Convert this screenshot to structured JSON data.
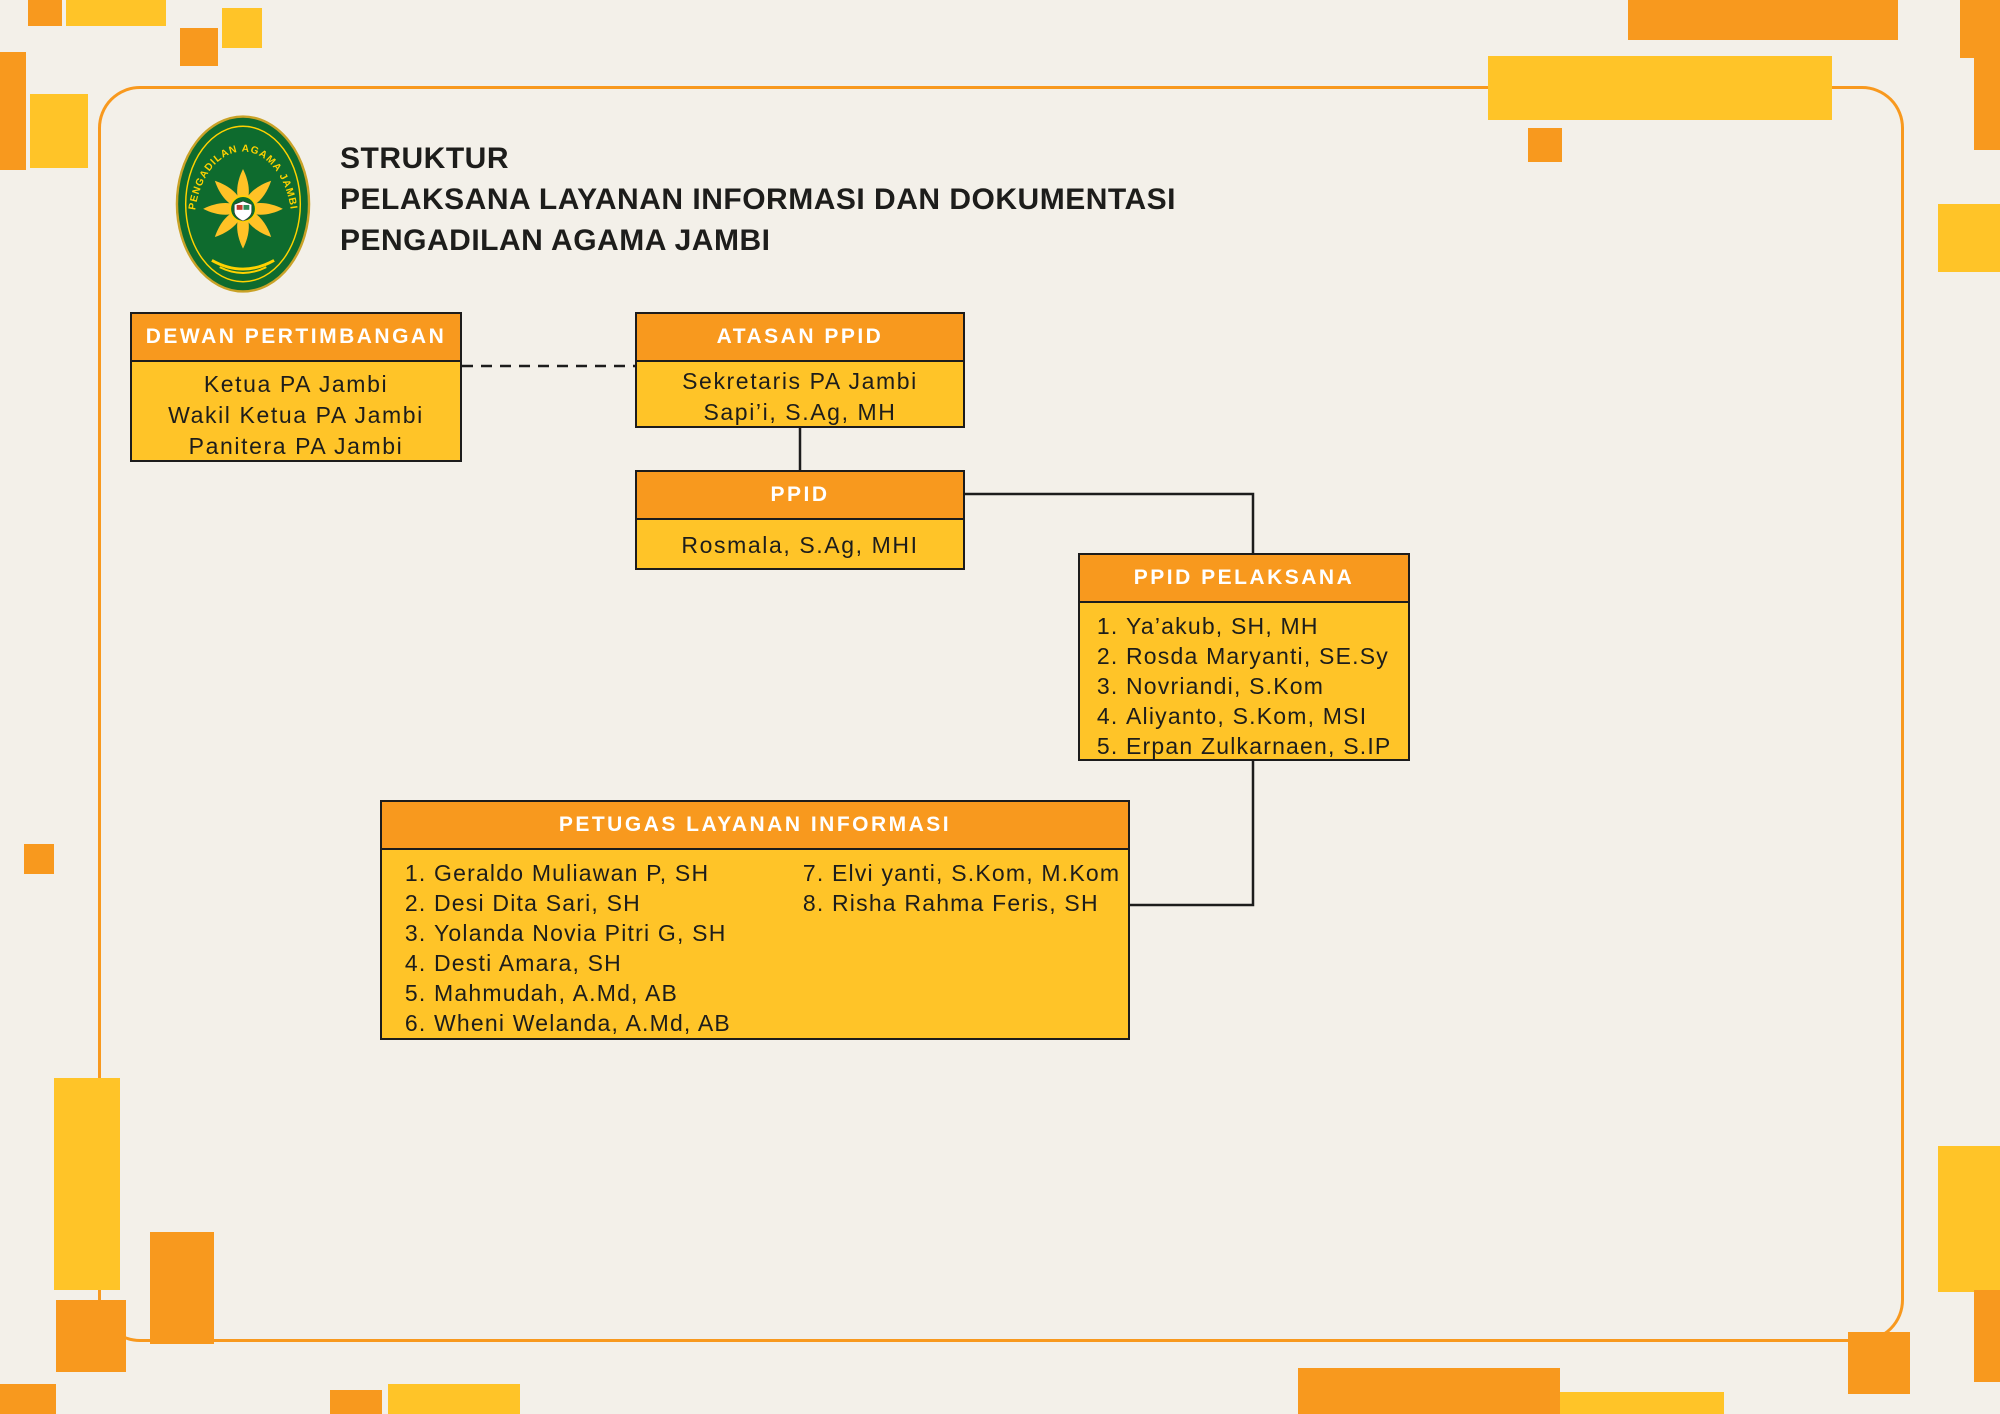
{
  "title": {
    "line1": "STRUKTUR",
    "line2": "PELAKSANA LAYANAN INFORMASI DAN DOKUMENTASI",
    "line3": "PENGADILAN AGAMA JAMBI"
  },
  "logo": {
    "arc_text": "PENGADILAN AGAMA JAMBI"
  },
  "boxes": {
    "dewan": {
      "header": "DEWAN PERTIMBANGAN",
      "members": [
        "Ketua PA Jambi",
        "Wakil Ketua PA Jambi",
        "Panitera PA Jambi"
      ]
    },
    "atasan": {
      "header": "ATASAN PPID",
      "members": [
        "Sekretaris PA Jambi",
        "Sapi’i, S.Ag, MH"
      ]
    },
    "ppid": {
      "header": "PPID",
      "members": [
        "Rosmala, S.Ag, MHI"
      ]
    },
    "pelaksana": {
      "header": "PPID PELAKSANA",
      "members": [
        "Ya’akub, SH, MH",
        "Rosda Maryanti, SE.Sy",
        "Novriandi, S.Kom",
        "Aliyanto, S.Kom, MSI",
        "Erpan Zulkarnaen, S.IP"
      ]
    },
    "petugas": {
      "header": "PETUGAS LAYANAN INFORMASI",
      "members_col1": [
        "Geraldo Muliawan P, SH",
        "Desi Dita Sari, SH",
        "Yolanda Novia Pitri G, SH",
        "Desti Amara, SH",
        "Mahmudah, A.Md, AB",
        "Wheni Welanda, A.Md, AB"
      ],
      "members_col2": [
        "Elvi yanti, S.Kom, M.Kom",
        "Risha Rahma Feris, SH"
      ]
    }
  },
  "colors": {
    "header_orange": "#F8991E",
    "body_yellow": "#FFC428",
    "background": "#F3F0E9",
    "line": "#1C1C1C",
    "logo_green": "#0E6B2E",
    "logo_gold": "#FFD200"
  }
}
